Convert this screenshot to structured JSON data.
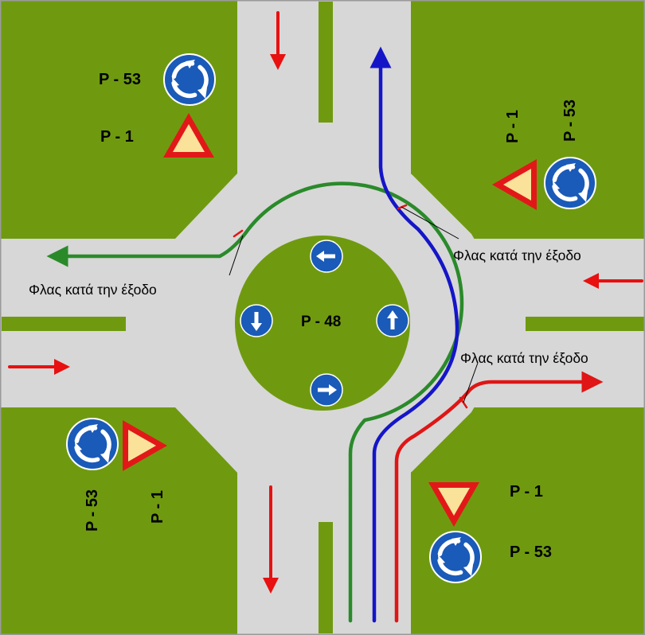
{
  "labels": {
    "roundabout_code": "P - 48",
    "yield_code": "P - 1",
    "roundabout_sign_code": "P - 53",
    "exit_signal_note": "Φλας κατά την έξοδο"
  },
  "colors": {
    "road": "#d7d7d7",
    "grass": "#6f9a10",
    "marking": "#6f9a10",
    "page_border": "#9a9a9a",
    "path_left_turn": "#2a8a2a",
    "path_straight": "#1515c8",
    "path_right_turn": "#e01515",
    "traffic_arrow": "#e81010",
    "sign_blue": "#1a5ab8",
    "sign_red": "#e21818",
    "sign_yellow": "#fae29a"
  },
  "icons": {
    "roundabout_sign": "roundabout-circle-arrows-icon",
    "yield_sign": "yield-triangle-icon",
    "direction_sign": "direction-arrow-icon",
    "traffic_arrow": "lane-direction-arrow-icon"
  }
}
